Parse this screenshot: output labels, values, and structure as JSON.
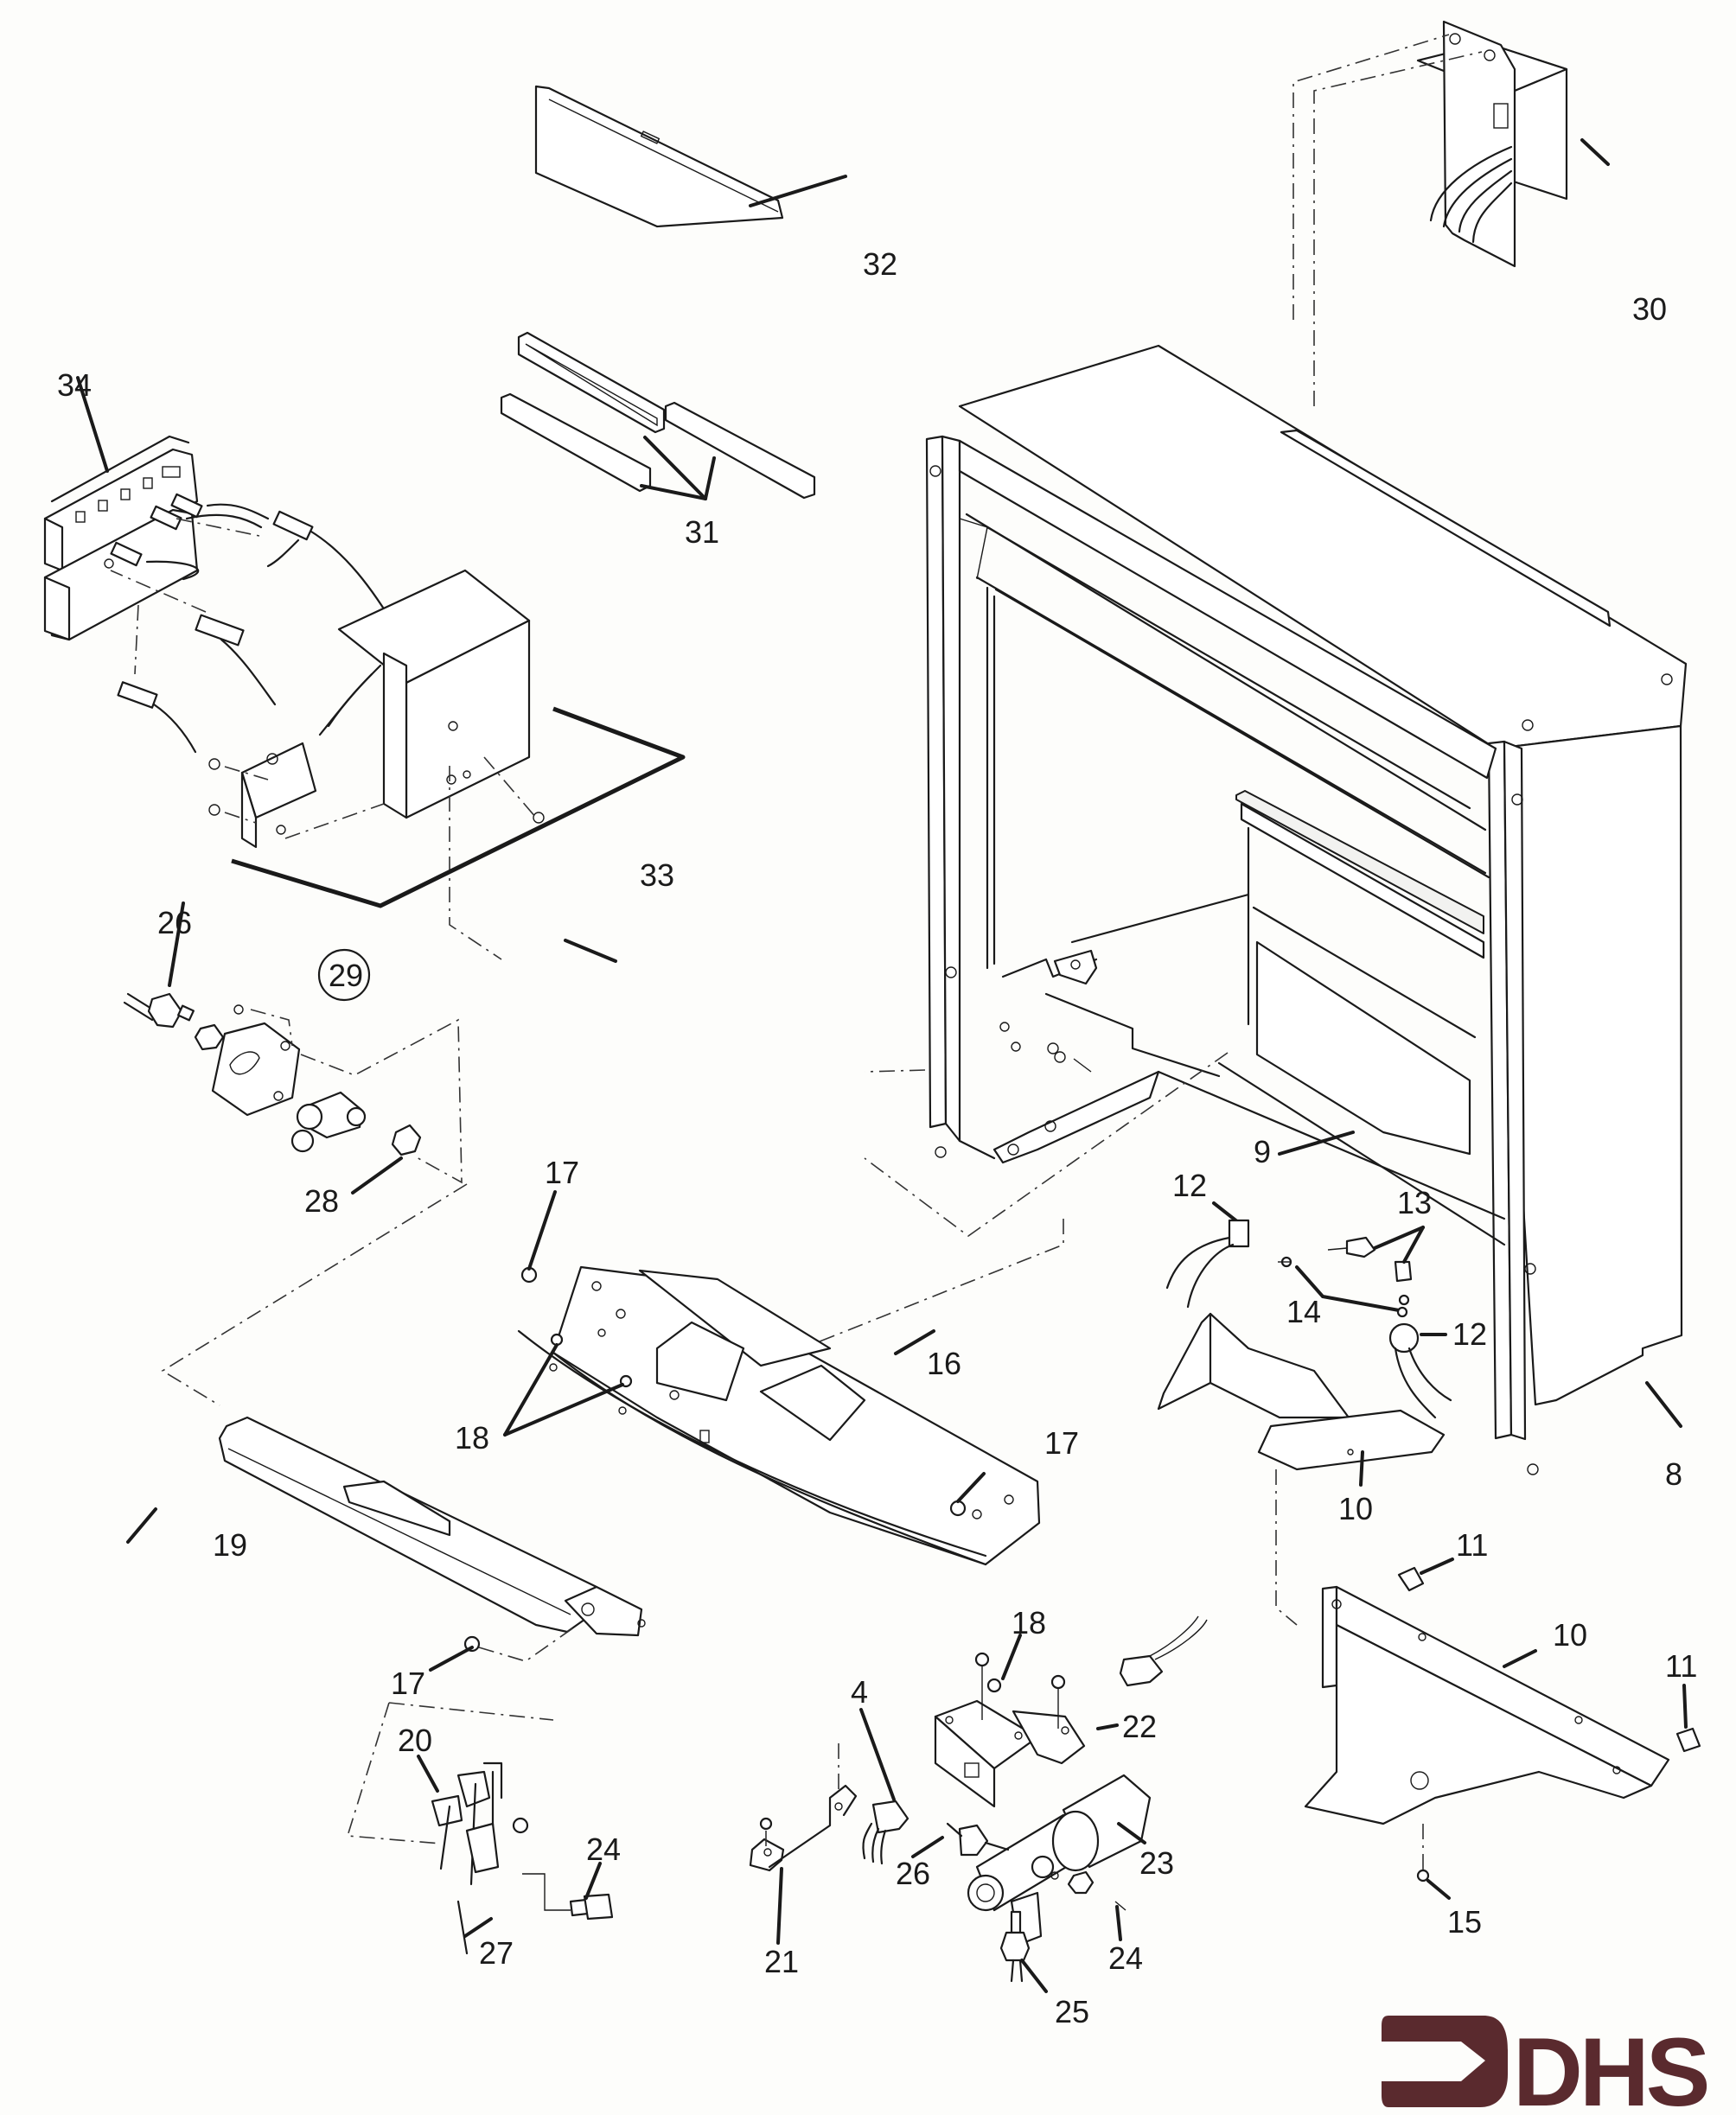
{
  "diagram": {
    "type": "exploded-parts-diagram",
    "subject": "gas fireplace insert assembly",
    "callouts": [
      {
        "id": "c34",
        "label": "34"
      },
      {
        "id": "c32",
        "label": "32"
      },
      {
        "id": "c31",
        "label": "31"
      },
      {
        "id": "c30",
        "label": "30"
      },
      {
        "id": "c33",
        "label": "33"
      },
      {
        "id": "c26a",
        "label": "26"
      },
      {
        "id": "c29",
        "label": "29"
      },
      {
        "id": "c28",
        "label": "28"
      },
      {
        "id": "c17a",
        "label": "17"
      },
      {
        "id": "c18a",
        "label": "18"
      },
      {
        "id": "c16",
        "label": "16"
      },
      {
        "id": "c17b",
        "label": "17"
      },
      {
        "id": "c19",
        "label": "19"
      },
      {
        "id": "c17c",
        "label": "17"
      },
      {
        "id": "c9",
        "label": "9"
      },
      {
        "id": "c12a",
        "label": "12"
      },
      {
        "id": "c13",
        "label": "13"
      },
      {
        "id": "c14",
        "label": "14"
      },
      {
        "id": "c12b",
        "label": "12"
      },
      {
        "id": "c8",
        "label": "8"
      },
      {
        "id": "c10a",
        "label": "10"
      },
      {
        "id": "c11a",
        "label": "11"
      },
      {
        "id": "c10b",
        "label": "10"
      },
      {
        "id": "c11b",
        "label": "11"
      },
      {
        "id": "c18b",
        "label": "18"
      },
      {
        "id": "c22",
        "label": "22"
      },
      {
        "id": "c4",
        "label": "4"
      },
      {
        "id": "c20",
        "label": "20"
      },
      {
        "id": "c21",
        "label": "21"
      },
      {
        "id": "c26b",
        "label": "26"
      },
      {
        "id": "c23",
        "label": "23"
      },
      {
        "id": "c24a",
        "label": "24"
      },
      {
        "id": "c27",
        "label": "27"
      },
      {
        "id": "c24b",
        "label": "24"
      },
      {
        "id": "c25",
        "label": "25"
      },
      {
        "id": "c15",
        "label": "15"
      }
    ]
  },
  "logo": {
    "text": "DHS",
    "color": "#5a2a2e",
    "icon": "arrow-bracket-icon"
  }
}
